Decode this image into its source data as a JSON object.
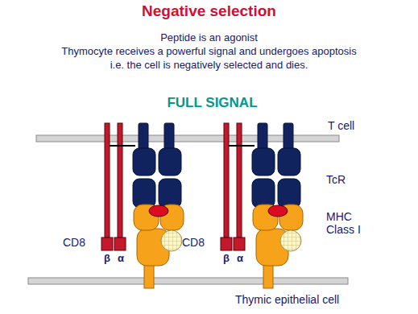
{
  "diagram": {
    "title": "Negative selection",
    "labels": [
      "Peptide is an agonist",
      "Thymocyte receives a powerful signal and undergoes apoptosis",
      "i.e. the cell is negatively selected and dies.",
      "FULL SIGNAL",
      "T cell",
      "TcR",
      "MHC Class I",
      "CD8",
      "β",
      "α",
      "CD8",
      "β",
      "α",
      "Thymic epithelial cell"
    ]
  }
}
